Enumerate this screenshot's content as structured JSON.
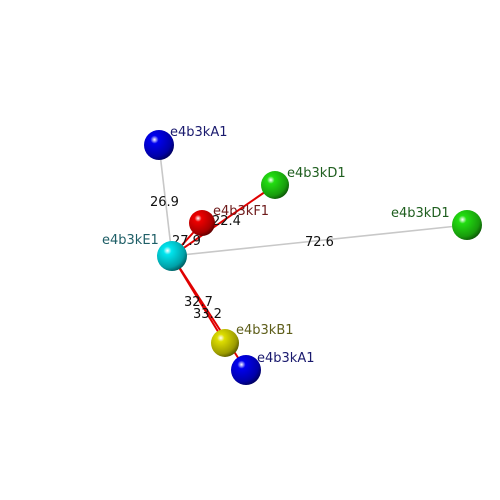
{
  "atoms": [
    {
      "id": "a1",
      "label": "e4b3kA1",
      "color": "#0000ee",
      "label_color": "#1a1a6e"
    },
    {
      "id": "d1_near",
      "label": "e4b3kD1",
      "color": "#22dd11",
      "label_color": "#1e5e1e"
    },
    {
      "id": "f1",
      "label": "e4b3kF1",
      "color": "#ee0000",
      "label_color": "#6e1a1a"
    },
    {
      "id": "e1",
      "label": "e4b3kE1",
      "color": "#00e5ee",
      "label_color": "#1e5e66"
    },
    {
      "id": "d1_far",
      "label": "e4b3kD1",
      "color": "#22dd11",
      "label_color": "#1e5e1e"
    },
    {
      "id": "b1",
      "label": "e4b3kB1",
      "color": "#dddd00",
      "label_color": "#5e5e1a"
    },
    {
      "id": "a1_low",
      "label": "e4b3kA1",
      "color": "#0000ee",
      "label_color": "#1a1a6e"
    }
  ],
  "bonds": [
    {
      "from": "e1",
      "to": "a1",
      "label": "26.9",
      "color": "#c8c8c8"
    },
    {
      "from": "e1",
      "to": "d1_far",
      "label": "72.6",
      "color": "#c8c8c8"
    },
    {
      "from": "e1",
      "to": "d1_near",
      "label": "22.4",
      "color": "#e00000"
    },
    {
      "from": "e1",
      "to": "f1",
      "label": "27.9",
      "color": "#e00000"
    },
    {
      "from": "e1",
      "to": "b1",
      "label": "32.7",
      "color": "#e00000"
    },
    {
      "from": "e1",
      "to": "a1_low",
      "label": "33.2",
      "color": "#e00000"
    }
  ]
}
